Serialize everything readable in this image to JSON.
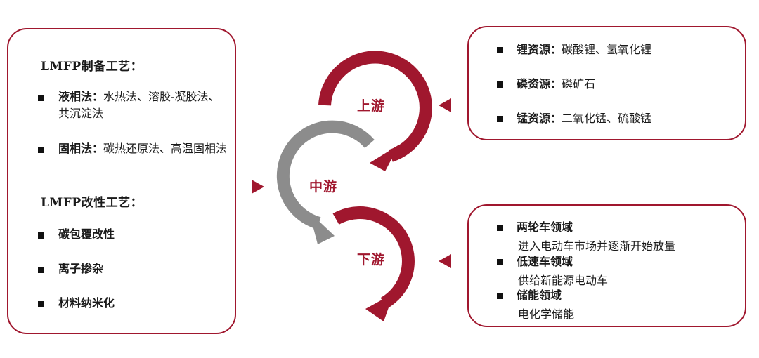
{
  "colors": {
    "accent": "#a0172e",
    "mid_arrow": "#8c8c8c",
    "text": "#1a1a1a"
  },
  "left": {
    "prep_title": "LMFP制备工艺：",
    "prep_items": [
      {
        "label": "液相法：",
        "text": "水热法、溶胶-凝胶法、共沉淀法"
      },
      {
        "label": "固相法：",
        "text": "碳热还原法、高温固相法"
      }
    ],
    "mod_title": "LMFP改性工艺：",
    "mod_items": [
      "碳包覆改性",
      "离子掺杂",
      "材料纳米化"
    ]
  },
  "stages": {
    "upstream": "上游",
    "midstream": "中游",
    "downstream": "下游"
  },
  "upstream_items": [
    {
      "label": "锂资源：",
      "text": "碳酸锂、氢氧化锂"
    },
    {
      "label": "磷资源：",
      "text": "磷矿石"
    },
    {
      "label": "锰资源：",
      "text": "二氧化锰、硫酸锰"
    }
  ],
  "downstream_items": [
    {
      "label": "两轮车领域",
      "sub": "进入电动车市场并逐渐开始放量"
    },
    {
      "label": "低速车领域",
      "sub": "供给新能源电动车"
    },
    {
      "label": "储能领域",
      "sub": "电化学储能"
    }
  ]
}
